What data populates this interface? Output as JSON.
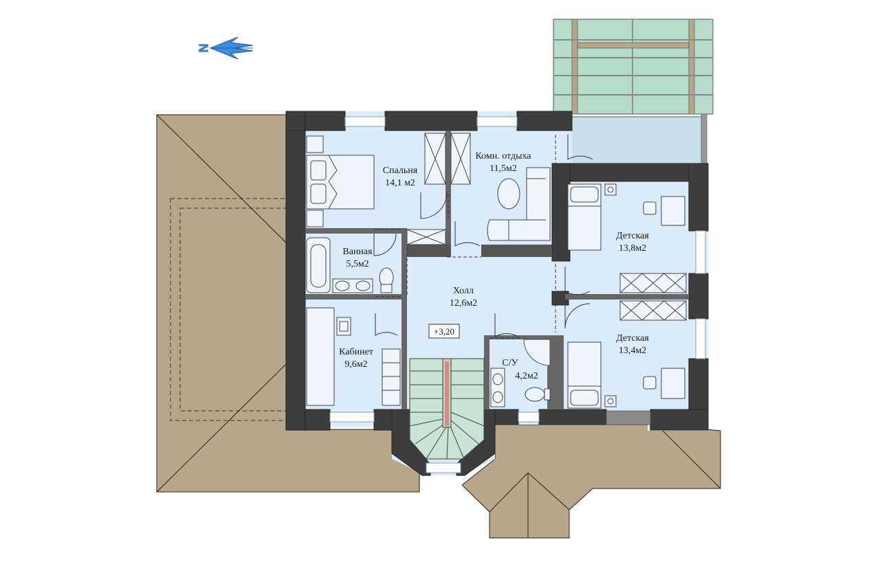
{
  "compass": {
    "label": "N",
    "icon": "north-arrow-icon"
  },
  "rooms": [
    {
      "id": "bedroom",
      "name": "Спальня",
      "area": "14,1 м2"
    },
    {
      "id": "lounge",
      "name": "Комн. отдыха",
      "area": "11,5м2"
    },
    {
      "id": "bathroom",
      "name": "Ванная",
      "area": "5,5м2"
    },
    {
      "id": "hall",
      "name": "Холл",
      "area": "12,6м2"
    },
    {
      "id": "study",
      "name": "Кабинет",
      "area": "9,6м2"
    },
    {
      "id": "wc",
      "name": "С/У",
      "area": "4,2м2"
    },
    {
      "id": "kids1",
      "name": "Детская",
      "area": "13,8м2"
    },
    {
      "id": "kids2",
      "name": "Детская",
      "area": "13,4м2"
    }
  ],
  "level_mark": "+3,20",
  "colors": {
    "floor": "#dcebfa",
    "wall": "#3d3d3d",
    "roof": "#b8a68a",
    "terrace": "#b5dcc8",
    "stairs": "#c9e3d4",
    "compass": "#3d8be0"
  }
}
